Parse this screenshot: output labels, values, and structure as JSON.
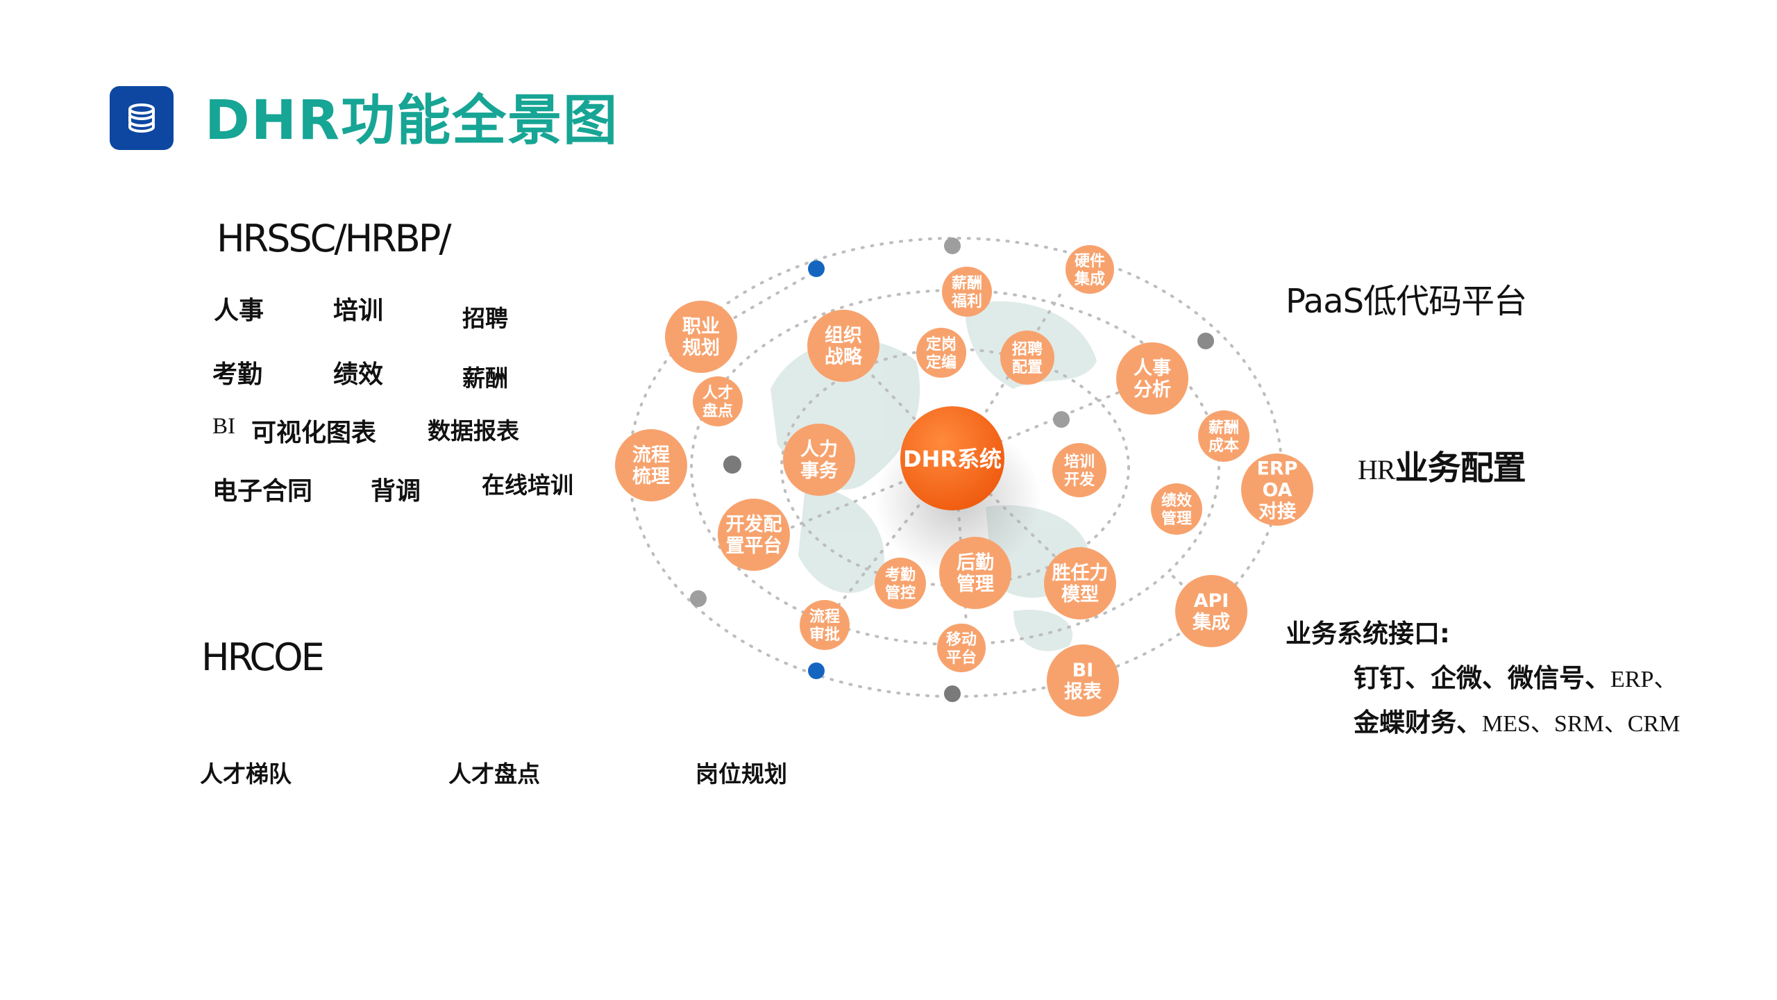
{
  "page": {
    "title": "DHR功能全景图",
    "title_color": "#17a595",
    "icon": "database-icon",
    "icon_bg": "#0d47a1"
  },
  "left": {
    "hrssc": {
      "heading": "HRSSC/HRBP/",
      "items": [
        "人事",
        "培训",
        "招聘",
        "考勤",
        "绩效",
        "薪酬",
        "可视化图表",
        "数据报表",
        "电子合同",
        "背调",
        "在线培训"
      ],
      "bi_prefix": "BI"
    },
    "hrcoe": {
      "heading": "HRCOE",
      "items": [
        "人才梯队",
        "人才盘点",
        "岗位规划"
      ]
    }
  },
  "right": {
    "paas": "PaaS低代码平台",
    "hr_prefix": "HR",
    "hr_config": "业务配置",
    "interface_title": "业务系统接口:",
    "interface_line1": {
      "bold": "钉钉、企微、微信号、",
      "plain": "ERP、"
    },
    "interface_line2": {
      "bold": "金蝶财务、",
      "plain": "MES、SRM、CRM"
    }
  },
  "diagram": {
    "colors": {
      "center": "#f26a1b",
      "node": "#f7a26d",
      "blue_dot": "#1565c0",
      "gray_dot": "#8a8a8a",
      "orbit": "#bdbdbd",
      "map": "#d9e7e5"
    },
    "center": "DHR系统",
    "nodes": [
      {
        "id": "zhiye",
        "lines": [
          "职业",
          "规划"
        ]
      },
      {
        "id": "zuzhi",
        "lines": [
          "组织",
          "战略"
        ]
      },
      {
        "id": "xinchou",
        "lines": [
          "薪酬",
          "福利"
        ]
      },
      {
        "id": "yingjian",
        "lines": [
          "硬件",
          "集成"
        ]
      },
      {
        "id": "dinggang",
        "lines": [
          "定岗",
          "定编"
        ]
      },
      {
        "id": "zhaopin",
        "lines": [
          "招聘",
          "配置"
        ]
      },
      {
        "id": "renshi",
        "lines": [
          "人事",
          "分析"
        ]
      },
      {
        "id": "rencai",
        "lines": [
          "人才",
          "盘点"
        ]
      },
      {
        "id": "liucheng",
        "lines": [
          "流程",
          "梳理"
        ]
      },
      {
        "id": "renli",
        "lines": [
          "人力",
          "事务"
        ]
      },
      {
        "id": "peixun",
        "lines": [
          "培训",
          "开发"
        ]
      },
      {
        "id": "xcchengben",
        "lines": [
          "薪酬",
          "成本"
        ]
      },
      {
        "id": "erp",
        "lines": [
          "ERP",
          "OA",
          "对接"
        ]
      },
      {
        "id": "jixiao",
        "lines": [
          "绩效",
          "管理"
        ]
      },
      {
        "id": "kaifa",
        "lines": [
          "开发配",
          "置平台"
        ]
      },
      {
        "id": "kaoqin",
        "lines": [
          "考勤",
          "管控"
        ]
      },
      {
        "id": "houqin",
        "lines": [
          "后勤",
          "管理"
        ]
      },
      {
        "id": "shengren",
        "lines": [
          "胜任力",
          "模型"
        ]
      },
      {
        "id": "api",
        "lines": [
          "API",
          "集成"
        ]
      },
      {
        "id": "lcshenpi",
        "lines": [
          "流程",
          "审批"
        ]
      },
      {
        "id": "yidong",
        "lines": [
          "移动",
          "平台"
        ]
      },
      {
        "id": "bibaobiao",
        "lines": [
          "BI",
          "报表"
        ]
      }
    ]
  }
}
